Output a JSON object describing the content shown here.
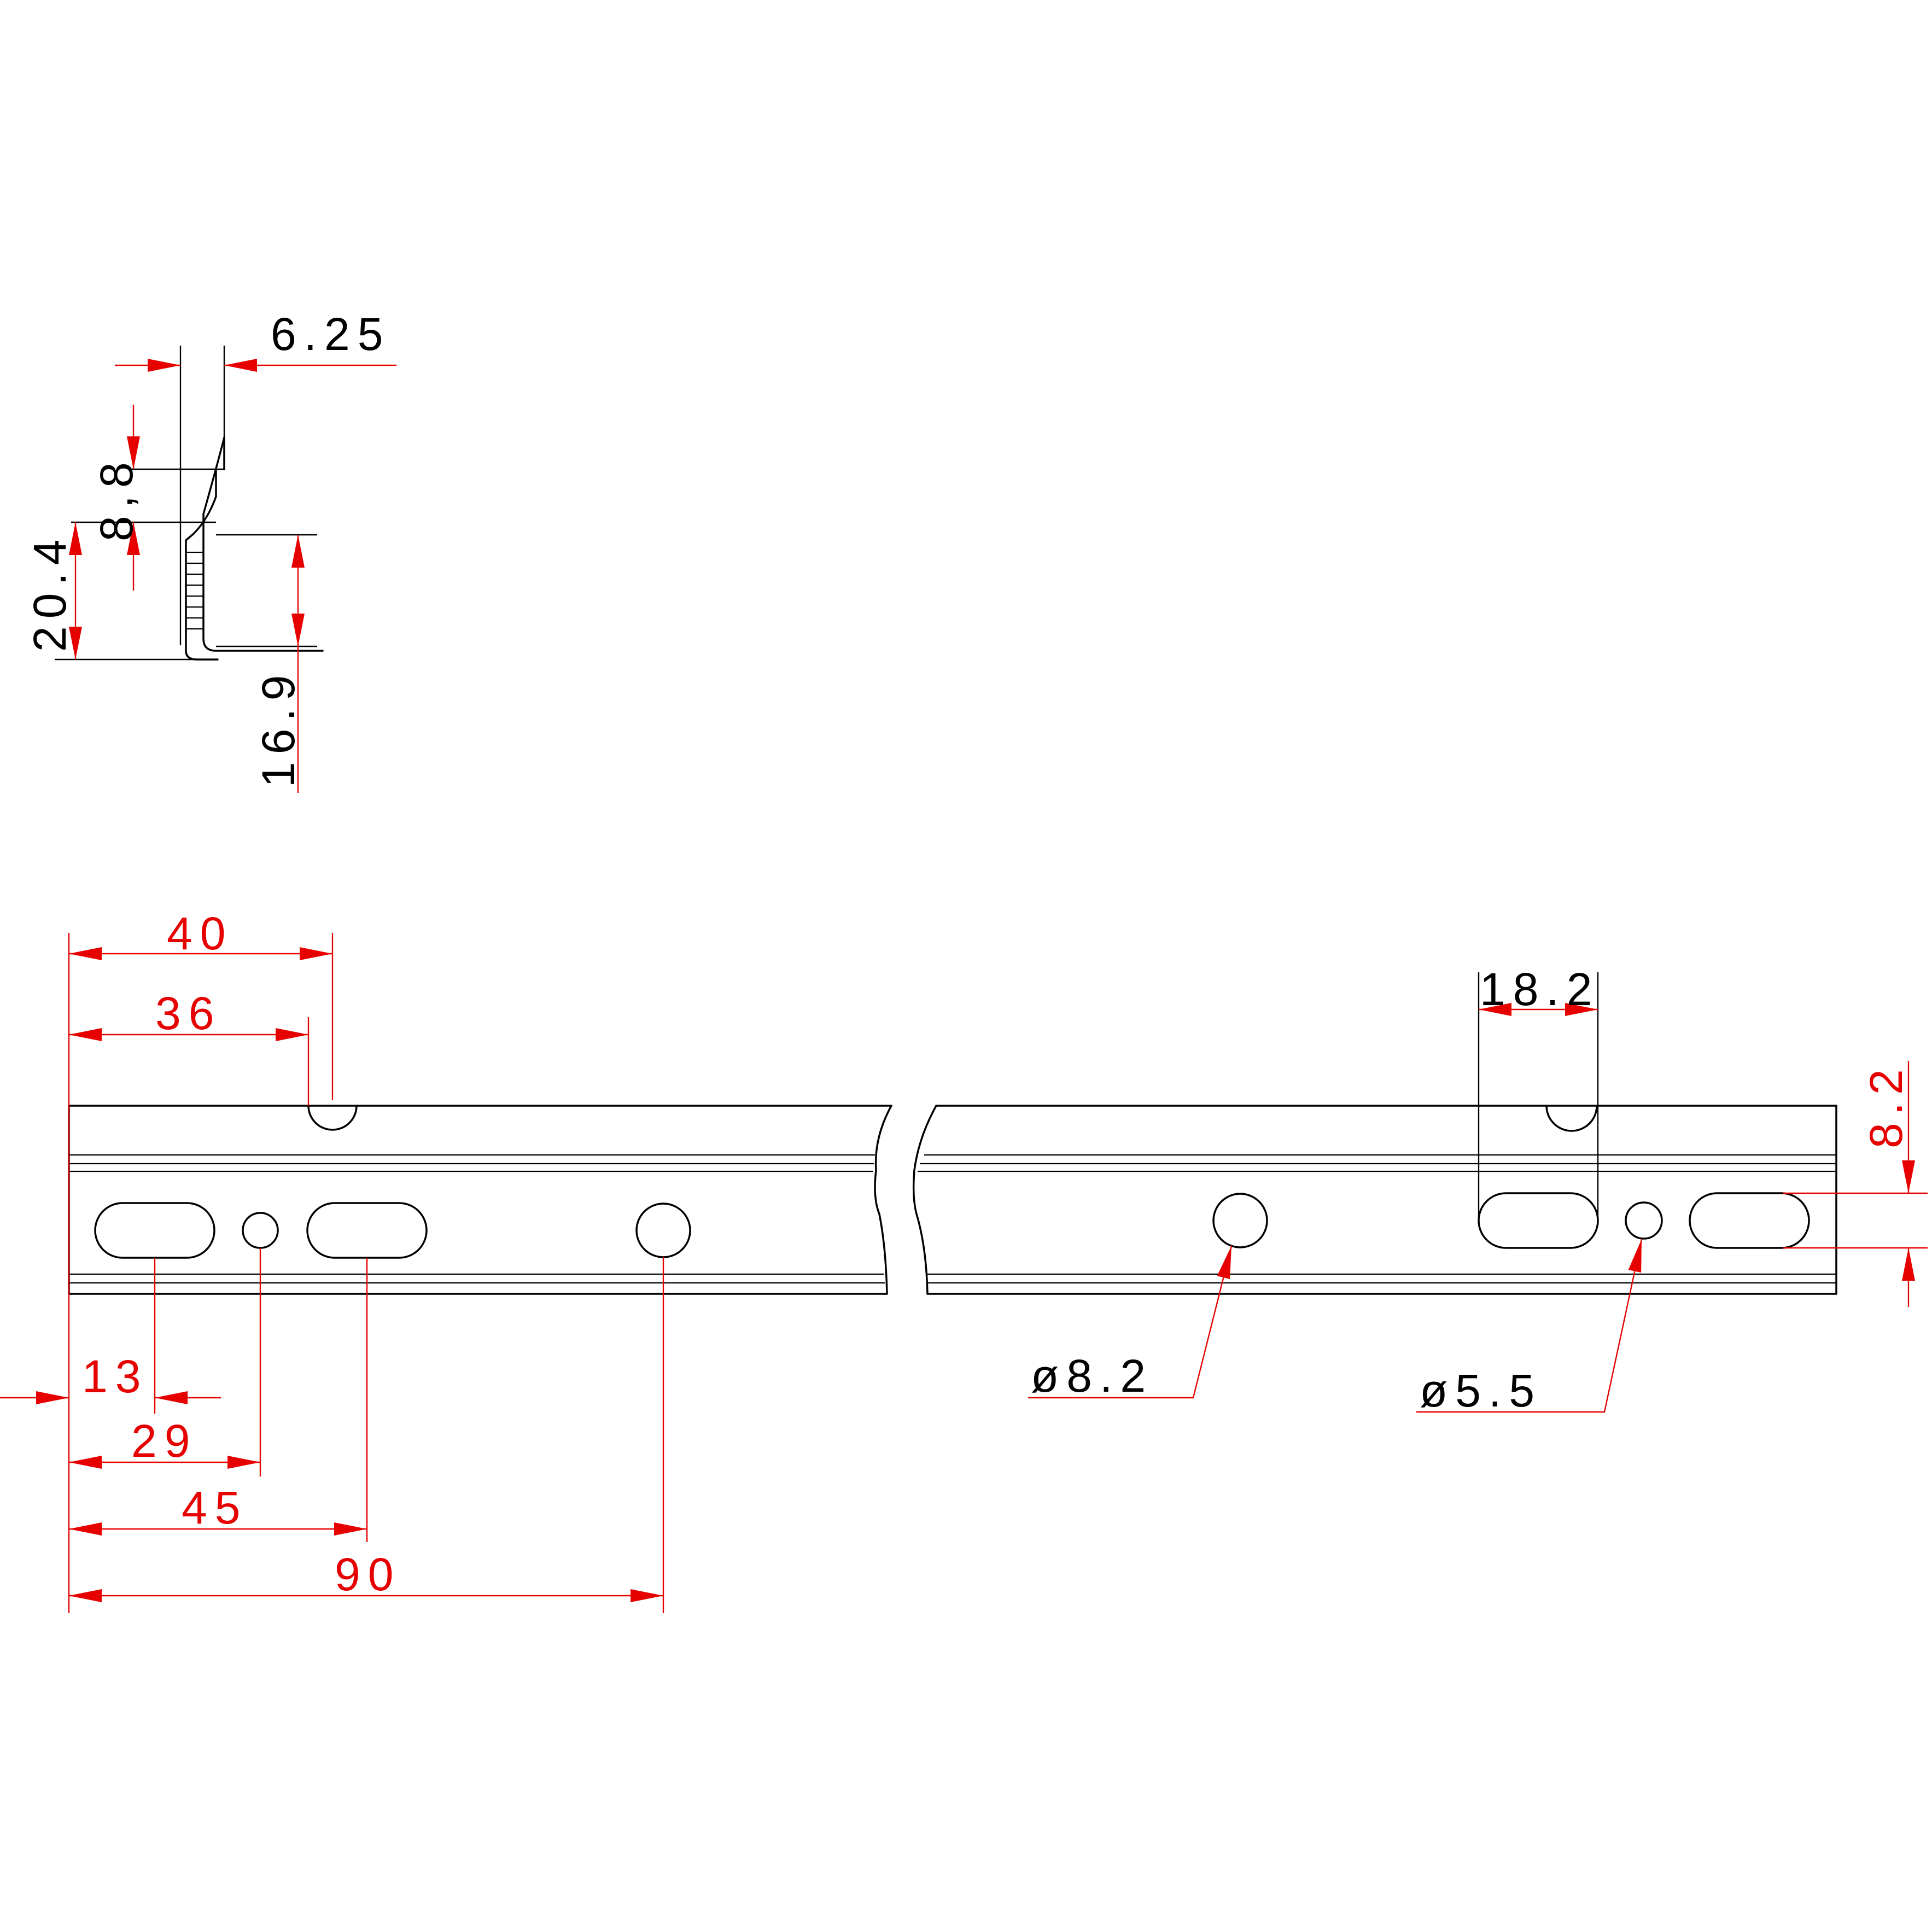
{
  "colors": {
    "dimension": "#e60000",
    "outline": "#000000",
    "background": "#ffffff"
  },
  "profile": {
    "dims": {
      "flange": "6.25",
      "upper_gap": "8,8",
      "total_height": "20.4",
      "channel_height": "16.9"
    }
  },
  "rail": {
    "dims": {
      "d40": "40",
      "d36": "36",
      "d13": "13",
      "d29": "29",
      "d45": "45",
      "d90": "90",
      "d18_2": "18.2",
      "d8_2": "8.2",
      "dia_large": "ø8.2",
      "dia_small": "ø5.5"
    }
  }
}
